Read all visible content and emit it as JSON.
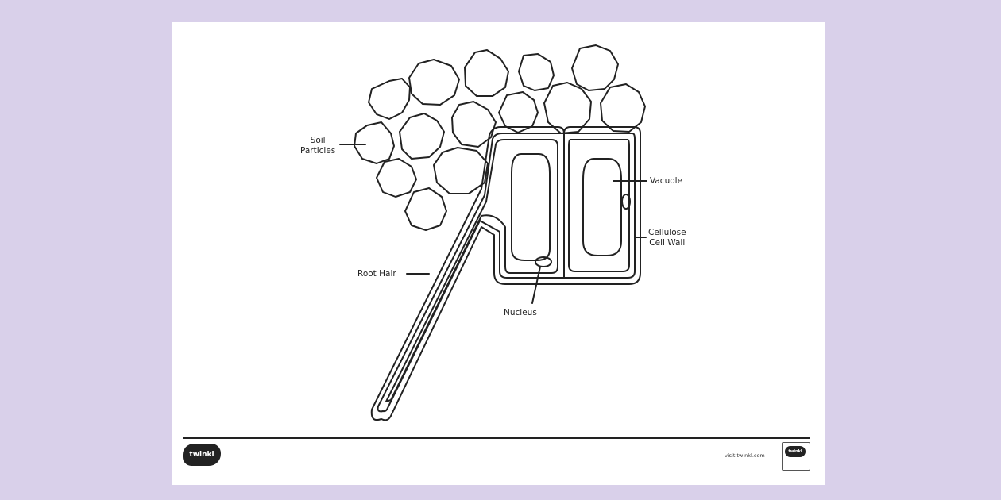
{
  "labels": {
    "soil_particles": "Soil\nParticles",
    "vacuole": "Vacuole",
    "cellulose_cell_wall": "Cellulose\nCell Wall",
    "root_hair": "Root Hair",
    "nucleus": "Nucleus"
  },
  "footer": {
    "brand": "twinkl",
    "url": "visit twinkl.com",
    "corner_brand": "twinkl"
  },
  "colors": {
    "page_background": "#d9d0ea",
    "sheet": "#ffffff",
    "ink": "#222222"
  }
}
